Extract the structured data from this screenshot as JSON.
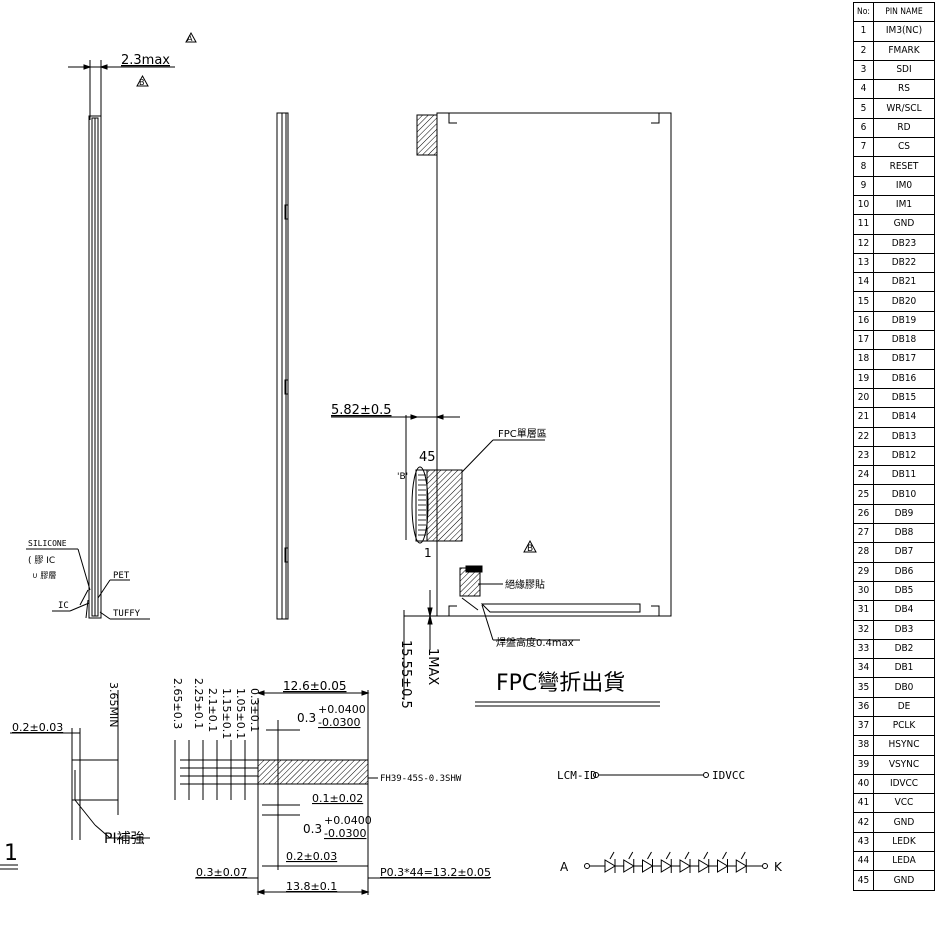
{
  "drawing": {
    "side_view": {
      "thickness": "2.3max",
      "rev_mark_a": "A",
      "rev_mark_b": "B",
      "callouts": {
        "silicone": "SILICONE",
        "silicone_note_1": "( 膠  IC",
        "silicone_note_2": "∪ 膠層",
        "pet": "PET",
        "ic": "IC",
        "tuffy": "TUFFY"
      }
    },
    "front_view": {
      "dim_fpc_offset": "5.82±0.5",
      "pin_last": "45",
      "pin_first": "1",
      "detail_label": "'B'",
      "fpc_single_layer": "FPC單層區",
      "insulation_tape": "絕緣膠貼",
      "solder_height": "焊盤高度0.4max",
      "dim_15_55": "15.55±0.5",
      "dim_1max": "1MAX",
      "rev_mark_b": "B",
      "fpc_bend_note": "FPC彎折出貨"
    },
    "fpc_detail": {
      "dim_0_2": "0.2±0.03",
      "dim_3_65": "3.65MIN",
      "pi_stiffener": "PI補強",
      "left_index": "1",
      "stack_dims": [
        "2.65±0.3",
        "2.25±0.1",
        "2.1±0.1",
        "1.15±0.1",
        "1.05±0.1",
        "0.3±0.1"
      ],
      "dim_12_6": "12.6±0.05",
      "dim_0_3_top": "0.3",
      "tol_top_plus": "+0.0400",
      "tol_top_minus": "-0.0300",
      "connector": "FH39-45S-0.3SHW",
      "dim_0_1": "0.1±0.02",
      "dim_0_3_mid": "0.3",
      "tol_mid_plus": "+0.0400",
      "tol_mid_minus": "-0.0300",
      "dim_0_2_b": "0.2±0.03",
      "dim_0_3_b": "0.3±0.07",
      "dim_pitch": "P0.3*44=13.2±0.05",
      "dim_13_8": "13.8±0.1"
    },
    "circuit": {
      "lcm_id": "LCM-ID",
      "idvcc": "IDVCC",
      "anode": "A",
      "cathode": "K"
    }
  },
  "pin_table": {
    "headers": [
      "No:",
      "PIN NAME"
    ],
    "rows": [
      [
        "1",
        "IM3(NC)"
      ],
      [
        "2",
        "FMARK"
      ],
      [
        "3",
        "SDI"
      ],
      [
        "4",
        "RS"
      ],
      [
        "5",
        "WR/SCL"
      ],
      [
        "6",
        "RD"
      ],
      [
        "7",
        "CS"
      ],
      [
        "8",
        "RESET"
      ],
      [
        "9",
        "IM0"
      ],
      [
        "10",
        "IM1"
      ],
      [
        "11",
        "GND"
      ],
      [
        "12",
        "DB23"
      ],
      [
        "13",
        "DB22"
      ],
      [
        "14",
        "DB21"
      ],
      [
        "15",
        "DB20"
      ],
      [
        "16",
        "DB19"
      ],
      [
        "17",
        "DB18"
      ],
      [
        "18",
        "DB17"
      ],
      [
        "19",
        "DB16"
      ],
      [
        "20",
        "DB15"
      ],
      [
        "21",
        "DB14"
      ],
      [
        "22",
        "DB13"
      ],
      [
        "23",
        "DB12"
      ],
      [
        "24",
        "DB11"
      ],
      [
        "25",
        "DB10"
      ],
      [
        "26",
        "DB9"
      ],
      [
        "27",
        "DB8"
      ],
      [
        "28",
        "DB7"
      ],
      [
        "29",
        "DB6"
      ],
      [
        "30",
        "DB5"
      ],
      [
        "31",
        "DB4"
      ],
      [
        "32",
        "DB3"
      ],
      [
        "33",
        "DB2"
      ],
      [
        "34",
        "DB1"
      ],
      [
        "35",
        "DB0"
      ],
      [
        "36",
        "DE"
      ],
      [
        "37",
        "PCLK"
      ],
      [
        "38",
        "HSYNC"
      ],
      [
        "39",
        "VSYNC"
      ],
      [
        "40",
        "IDVCC"
      ],
      [
        "41",
        "VCC"
      ],
      [
        "42",
        "GND"
      ],
      [
        "43",
        "LEDK"
      ],
      [
        "44",
        "LEDA"
      ],
      [
        "45",
        "GND"
      ]
    ]
  }
}
